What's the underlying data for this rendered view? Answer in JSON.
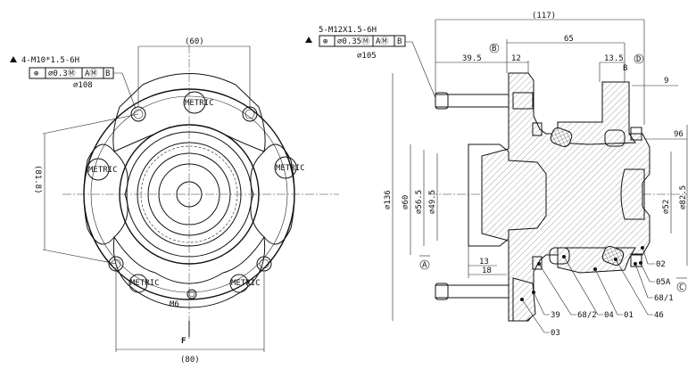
{
  "front_view": {
    "dim_60": "(60)",
    "dim_81_8": "(81.8)",
    "dim_80": "(80)",
    "thread_callout": "4-M10*1.5-6H",
    "tolerance_frame": [
      "⊕",
      "∅0.3Ⓜ",
      "AⓂ",
      "B"
    ],
    "pcd": "∅108",
    "m6_label": "M6",
    "f_label": "F",
    "metric_marks": [
      "METRIC",
      "METRIC",
      "METRIC",
      "METRIC",
      "METRIC"
    ]
  },
  "section_view": {
    "dim_117": "(117)",
    "dim_65": "65",
    "dim_39_5": "39.5",
    "dim_12": "12",
    "dim_13_5": "13.5",
    "dim_9": "9",
    "dim_96": "96",
    "dim_13": "13",
    "dim_18": "18",
    "dia_136": "∅136",
    "dia_60": "∅60",
    "dia_56_5": "∅56.5",
    "dia_49_5": "∅49.5",
    "dia_52": "∅52",
    "dia_82_5": "∅82.5",
    "thread_callout": "5-M12X1.5-6H",
    "tolerance_frame": [
      "⊕",
      "∅0.35Ⓜ",
      "AⓂ",
      "B"
    ],
    "pcd": "∅105",
    "datum_a": "A",
    "datum_b": "B",
    "datum_c": "C",
    "datum_d": "D",
    "part_labels": [
      "02",
      "05A",
      "68/1",
      "46",
      "01",
      "04",
      "68/2",
      "39",
      "03"
    ]
  }
}
